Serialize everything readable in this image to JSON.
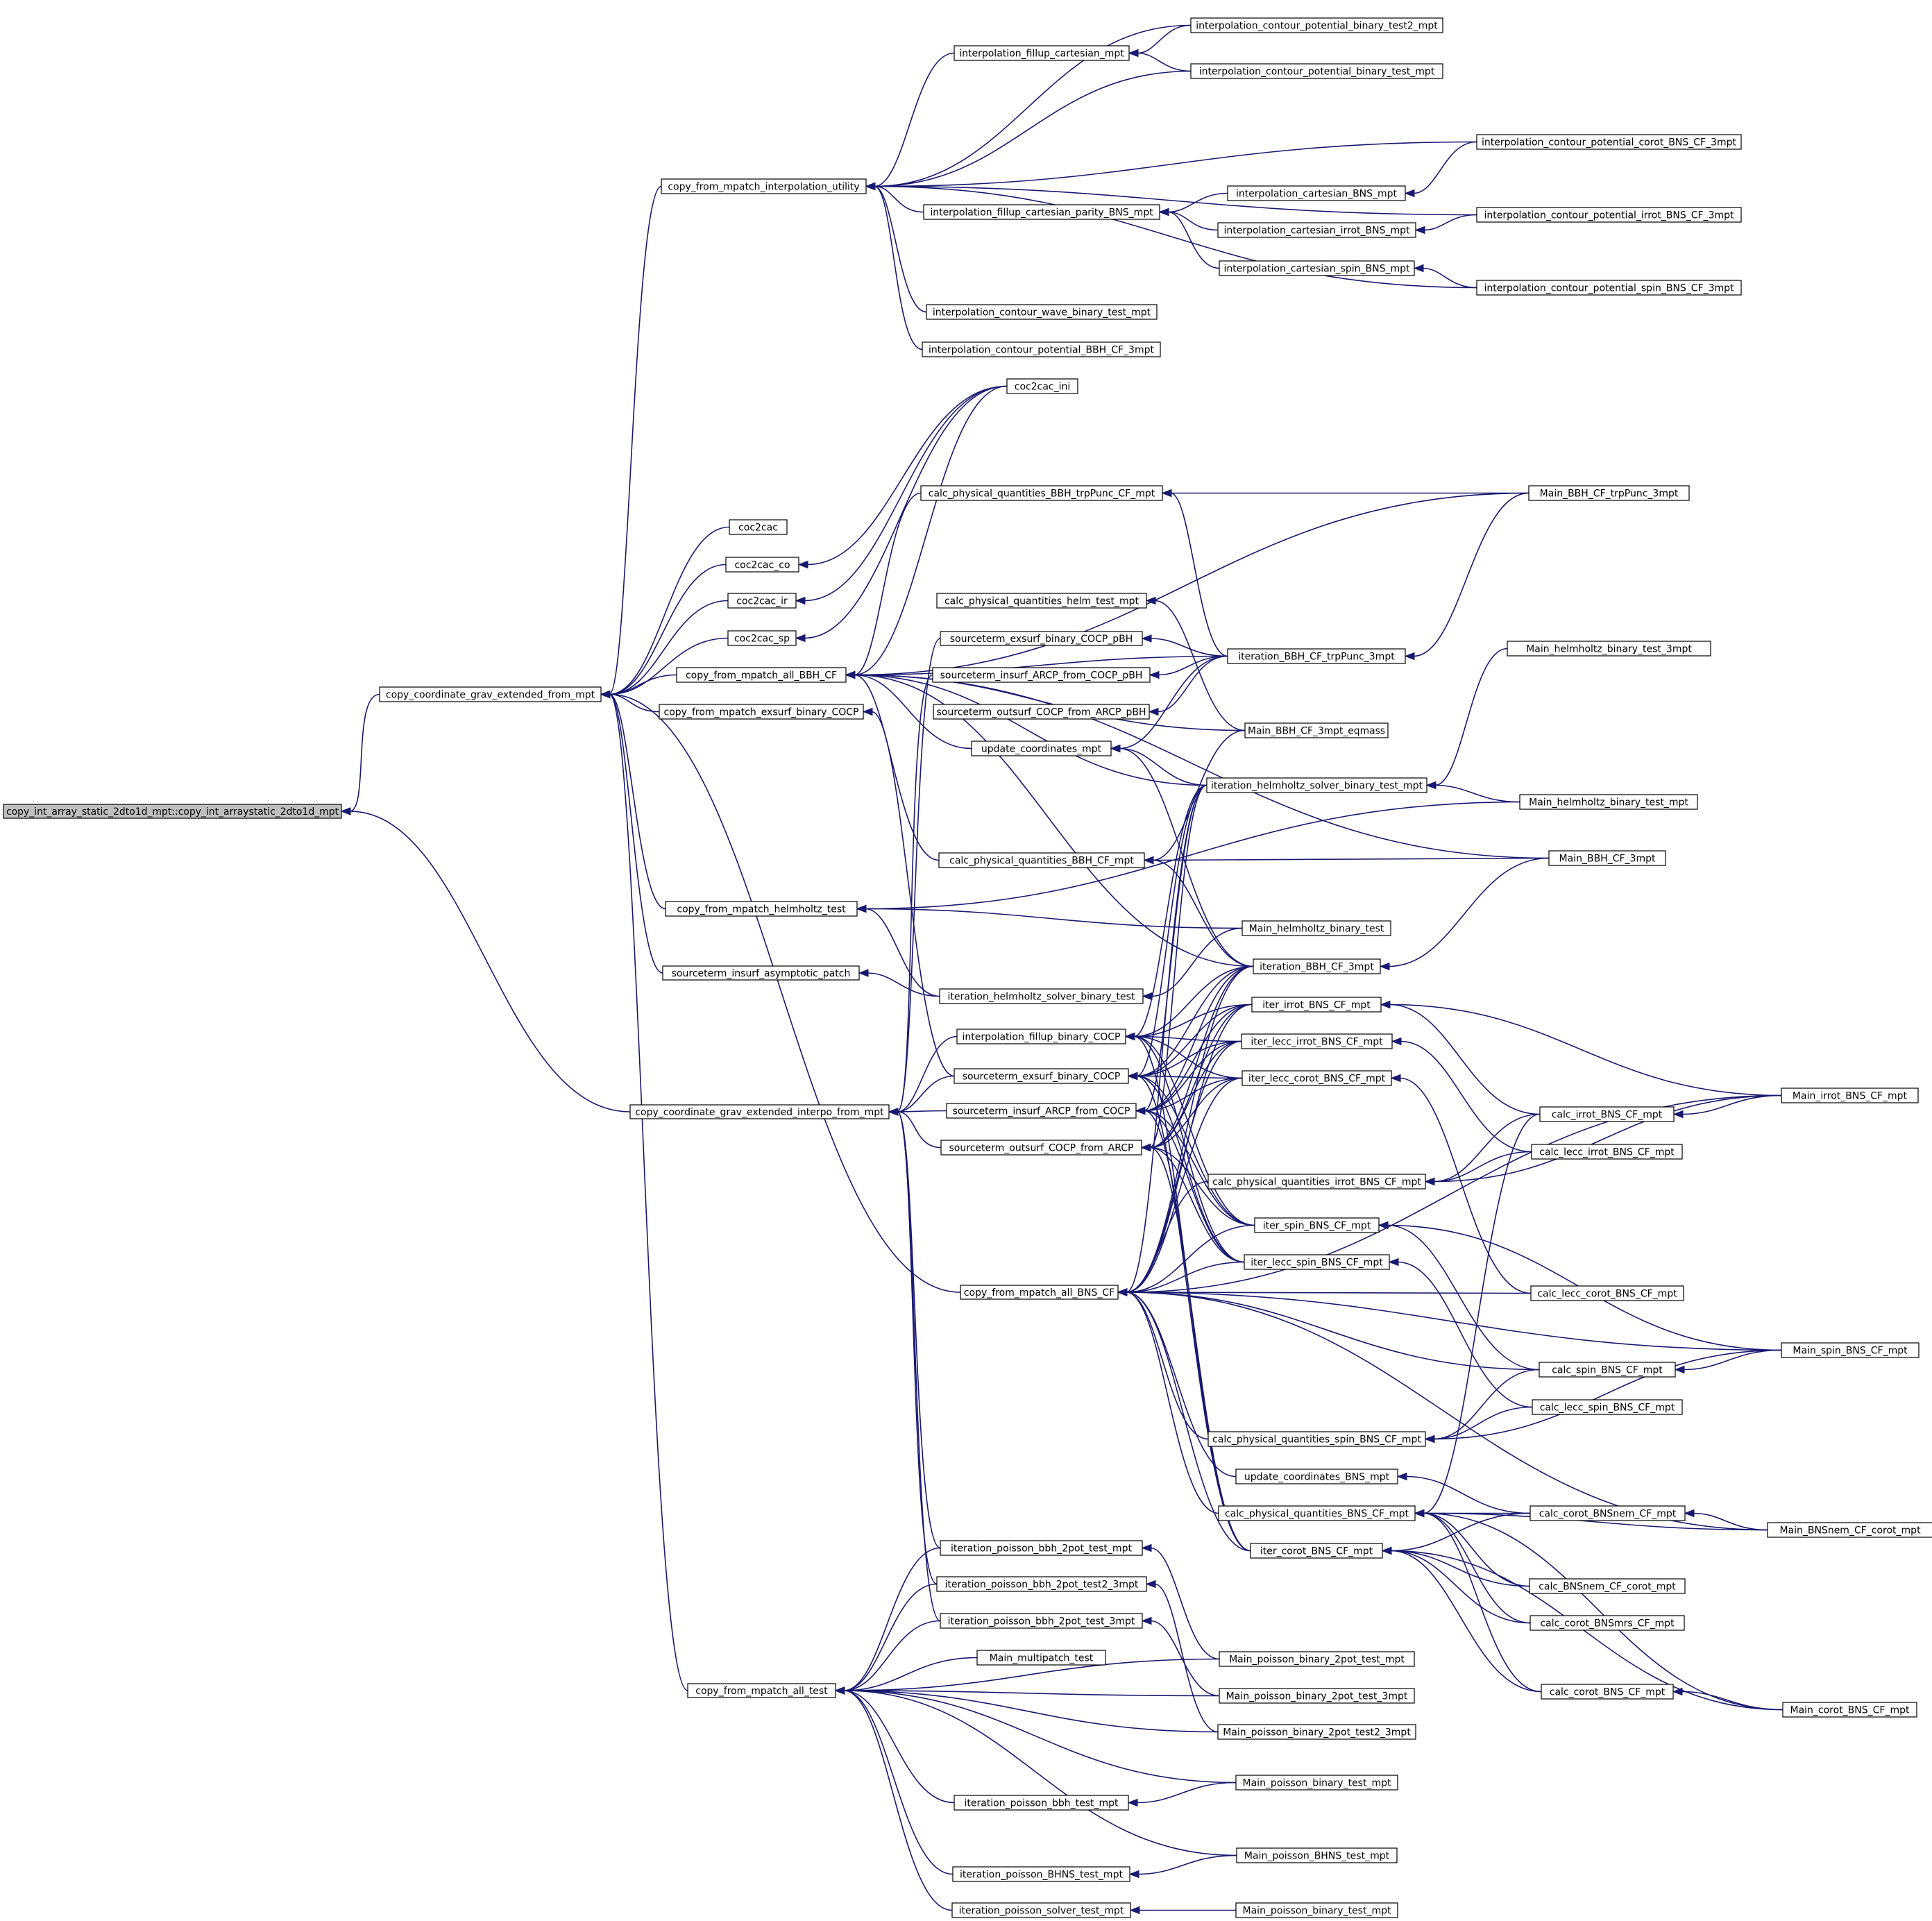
{
  "diagram": {
    "type": "call-graph",
    "root": "copy_int_array_static_2dto1d_mpt::copy_int_arraystatic_2dto1d_mpt",
    "nodes": [
      {
        "id": "n0",
        "label": "copy_int_array_static_2dto1d_mpt::copy_int_arraystatic_2dto1d_mpt"
      },
      {
        "id": "n1",
        "label": "copy_coordinate_grav_extended_from_mpt"
      },
      {
        "id": "n2",
        "label": "copy_coordinate_grav_extended_interpo_from_mpt"
      },
      {
        "id": "n3",
        "label": "copy_from_mpatch_interpolation_utility"
      },
      {
        "id": "n4",
        "label": "coc2cac"
      },
      {
        "id": "n5",
        "label": "coc2cac_co"
      },
      {
        "id": "n6",
        "label": "coc2cac_ir"
      },
      {
        "id": "n7",
        "label": "coc2cac_sp"
      },
      {
        "id": "n8",
        "label": "copy_from_mpatch_all_BBH_CF"
      },
      {
        "id": "n9",
        "label": "copy_from_mpatch_exsurf_binary_COCP"
      },
      {
        "id": "n10",
        "label": "copy_from_mpatch_helmholtz_test"
      },
      {
        "id": "n11",
        "label": "sourceterm_insurf_asymptotic_patch"
      },
      {
        "id": "n12",
        "label": "copy_from_mpatch_all_test"
      },
      {
        "id": "n13",
        "label": "copy_from_mpatch_all_BNS_CF"
      },
      {
        "id": "n14",
        "label": "interpolation_fillup_cartesian_mpt"
      },
      {
        "id": "n15",
        "label": "interpolation_fillup_cartesian_parity_BNS_mpt"
      },
      {
        "id": "n16",
        "label": "interpolation_contour_wave_binary_test_mpt"
      },
      {
        "id": "n17",
        "label": "interpolation_contour_potential_BBH_CF_3mpt"
      },
      {
        "id": "n18",
        "label": "interpolation_contour_potential_binary_test2_mpt"
      },
      {
        "id": "n19",
        "label": "interpolation_contour_potential_binary_test_mpt"
      },
      {
        "id": "n20",
        "label": "interpolation_contour_potential_corot_BNS_CF_3mpt"
      },
      {
        "id": "n21",
        "label": "interpolation_cartesian_BNS_mpt"
      },
      {
        "id": "n22",
        "label": "interpolation_cartesian_irrot_BNS_mpt"
      },
      {
        "id": "n23",
        "label": "interpolation_cartesian_spin_BNS_mpt"
      },
      {
        "id": "n24",
        "label": "interpolation_contour_potential_irrot_BNS_CF_3mpt"
      },
      {
        "id": "n25",
        "label": "interpolation_contour_potential_spin_BNS_CF_3mpt"
      },
      {
        "id": "n26",
        "label": "coc2cac_ini"
      },
      {
        "id": "n27",
        "label": "calc_physical_quantities_BBH_trpPunc_CF_mpt"
      },
      {
        "id": "n28",
        "label": "calc_physical_quantities_helm_test_mpt"
      },
      {
        "id": "n29",
        "label": "sourceterm_exsurf_binary_COCP_pBH"
      },
      {
        "id": "n30",
        "label": "sourceterm_insurf_ARCP_from_COCP_pBH"
      },
      {
        "id": "n31",
        "label": "sourceterm_outsurf_COCP_from_ARCP_pBH"
      },
      {
        "id": "n32",
        "label": "update_coordinates_mpt"
      },
      {
        "id": "n33",
        "label": "calc_physical_quantities_BBH_CF_mpt"
      },
      {
        "id": "n34",
        "label": "iteration_BBH_CF_trpPunc_3mpt"
      },
      {
        "id": "n35",
        "label": "Main_BBH_CF_3mpt_eqmass"
      },
      {
        "id": "n36",
        "label": "iteration_helmholtz_solver_binary_test_mpt"
      },
      {
        "id": "n37",
        "label": "Main_BBH_CF_trpPunc_3mpt"
      },
      {
        "id": "n38",
        "label": "Main_helmholtz_binary_test_3mpt"
      },
      {
        "id": "n39",
        "label": "Main_helmholtz_binary_test_mpt"
      },
      {
        "id": "n40",
        "label": "Main_BBH_CF_3mpt"
      },
      {
        "id": "n41",
        "label": "Main_helmholtz_binary_test"
      },
      {
        "id": "n42",
        "label": "iteration_BBH_CF_3mpt"
      },
      {
        "id": "n43",
        "label": "iteration_helmholtz_solver_binary_test"
      },
      {
        "id": "n44",
        "label": "interpolation_fillup_binary_COCP"
      },
      {
        "id": "n45",
        "label": "sourceterm_exsurf_binary_COCP"
      },
      {
        "id": "n46",
        "label": "sourceterm_insurf_ARCP_from_COCP"
      },
      {
        "id": "n47",
        "label": "sourceterm_outsurf_COCP_from_ARCP"
      },
      {
        "id": "n48",
        "label": "iter_irrot_BNS_CF_mpt"
      },
      {
        "id": "n49",
        "label": "iter_lecc_irrot_BNS_CF_mpt"
      },
      {
        "id": "n50",
        "label": "iter_lecc_corot_BNS_CF_mpt"
      },
      {
        "id": "n51",
        "label": "calc_physical_quantities_irrot_BNS_CF_mpt"
      },
      {
        "id": "n52",
        "label": "iter_spin_BNS_CF_mpt"
      },
      {
        "id": "n53",
        "label": "iter_lecc_spin_BNS_CF_mpt"
      },
      {
        "id": "n54",
        "label": "calc_irrot_BNS_CF_mpt"
      },
      {
        "id": "n55",
        "label": "calc_lecc_irrot_BNS_CF_mpt"
      },
      {
        "id": "n56",
        "label": "Main_irrot_BNS_CF_mpt"
      },
      {
        "id": "n57",
        "label": "calc_lecc_corot_BNS_CF_mpt"
      },
      {
        "id": "n58",
        "label": "Main_spin_BNS_CF_mpt"
      },
      {
        "id": "n59",
        "label": "calc_spin_BNS_CF_mpt"
      },
      {
        "id": "n60",
        "label": "calc_lecc_spin_BNS_CF_mpt"
      },
      {
        "id": "n61",
        "label": "calc_physical_quantities_spin_BNS_CF_mpt"
      },
      {
        "id": "n62",
        "label": "update_coordinates_BNS_mpt"
      },
      {
        "id": "n63",
        "label": "calc_physical_quantities_BNS_CF_mpt"
      },
      {
        "id": "n64",
        "label": "iter_corot_BNS_CF_mpt"
      },
      {
        "id": "n65",
        "label": "calc_corot_BNSnem_CF_mpt"
      },
      {
        "id": "n66",
        "label": "Main_BNSnem_CF_corot_mpt"
      },
      {
        "id": "n67",
        "label": "calc_BNSnem_CF_corot_mpt"
      },
      {
        "id": "n68",
        "label": "calc_corot_BNSmrs_CF_mpt"
      },
      {
        "id": "n69",
        "label": "calc_corot_BNS_CF_mpt"
      },
      {
        "id": "n70",
        "label": "Main_corot_BNS_CF_mpt"
      },
      {
        "id": "n71",
        "label": "iteration_poisson_bbh_2pot_test_mpt"
      },
      {
        "id": "n72",
        "label": "iteration_poisson_bbh_2pot_test2_3mpt"
      },
      {
        "id": "n73",
        "label": "iteration_poisson_bbh_2pot_test_3mpt"
      },
      {
        "id": "n74",
        "label": "Main_multipatch_test"
      },
      {
        "id": "n75",
        "label": "Main_poisson_binary_2pot_test_mpt"
      },
      {
        "id": "n76",
        "label": "Main_poisson_binary_2pot_test_3mpt"
      },
      {
        "id": "n77",
        "label": "Main_poisson_binary_2pot_test2_3mpt"
      },
      {
        "id": "n78",
        "label": "iteration_poisson_bbh_test_mpt"
      },
      {
        "id": "n79",
        "label": "Main_poisson_binary_test_mpt"
      },
      {
        "id": "n80",
        "label": "iteration_poisson_BHNS_test_mpt"
      },
      {
        "id": "n81",
        "label": "Main_poisson_BHNS_test_mpt"
      },
      {
        "id": "n82",
        "label": "iteration_poisson_solver_test_mpt"
      },
      {
        "id": "n83",
        "label": "Main_poisson_binary_test_mpt"
      }
    ],
    "edges": [
      [
        "n0",
        "n1"
      ],
      [
        "n0",
        "n2"
      ],
      [
        "n1",
        "n3"
      ],
      [
        "n1",
        "n4"
      ],
      [
        "n1",
        "n5"
      ],
      [
        "n1",
        "n6"
      ],
      [
        "n1",
        "n7"
      ],
      [
        "n1",
        "n8"
      ],
      [
        "n1",
        "n9"
      ],
      [
        "n1",
        "n10"
      ],
      [
        "n1",
        "n11"
      ],
      [
        "n1",
        "n12"
      ],
      [
        "n1",
        "n13"
      ],
      [
        "n2",
        "n44"
      ],
      [
        "n2",
        "n45"
      ],
      [
        "n2",
        "n46"
      ],
      [
        "n2",
        "n47"
      ],
      [
        "n2",
        "n29"
      ],
      [
        "n2",
        "n30"
      ],
      [
        "n2",
        "n71"
      ],
      [
        "n2",
        "n72"
      ],
      [
        "n2",
        "n73"
      ],
      [
        "n3",
        "n14"
      ],
      [
        "n3",
        "n15"
      ],
      [
        "n3",
        "n16"
      ],
      [
        "n3",
        "n17"
      ],
      [
        "n3",
        "n18"
      ],
      [
        "n3",
        "n19"
      ],
      [
        "n3",
        "n20"
      ],
      [
        "n3",
        "n24"
      ],
      [
        "n3",
        "n25"
      ],
      [
        "n14",
        "n18"
      ],
      [
        "n14",
        "n19"
      ],
      [
        "n15",
        "n21"
      ],
      [
        "n15",
        "n22"
      ],
      [
        "n15",
        "n23"
      ],
      [
        "n21",
        "n20"
      ],
      [
        "n22",
        "n24"
      ],
      [
        "n23",
        "n25"
      ],
      [
        "n5",
        "n26"
      ],
      [
        "n6",
        "n26"
      ],
      [
        "n7",
        "n26"
      ],
      [
        "n8",
        "n26"
      ],
      [
        "n8",
        "n27"
      ],
      [
        "n8",
        "n32"
      ],
      [
        "n8",
        "n33"
      ],
      [
        "n8",
        "n34"
      ],
      [
        "n8",
        "n36"
      ],
      [
        "n8",
        "n37"
      ],
      [
        "n8",
        "n40"
      ],
      [
        "n8",
        "n42"
      ],
      [
        "n8",
        "n35"
      ],
      [
        "n9",
        "n45"
      ],
      [
        "n27",
        "n37"
      ],
      [
        "n27",
        "n34"
      ],
      [
        "n28",
        "n35"
      ],
      [
        "n29",
        "n34"
      ],
      [
        "n30",
        "n34"
      ],
      [
        "n31",
        "n34"
      ],
      [
        "n32",
        "n34"
      ],
      [
        "n32",
        "n36"
      ],
      [
        "n32",
        "n42"
      ],
      [
        "n33",
        "n40"
      ],
      [
        "n33",
        "n42"
      ],
      [
        "n33",
        "n35"
      ],
      [
        "n34",
        "n37"
      ],
      [
        "n36",
        "n38"
      ],
      [
        "n36",
        "n39"
      ],
      [
        "n42",
        "n40"
      ],
      [
        "n10",
        "n39"
      ],
      [
        "n10",
        "n41"
      ],
      [
        "n10",
        "n43"
      ],
      [
        "n11",
        "n43"
      ],
      [
        "n43",
        "n41"
      ],
      [
        "n44",
        "n42"
      ],
      [
        "n44",
        "n48"
      ],
      [
        "n44",
        "n49"
      ],
      [
        "n44",
        "n50"
      ],
      [
        "n44",
        "n52"
      ],
      [
        "n44",
        "n53"
      ],
      [
        "n44",
        "n64"
      ],
      [
        "n44",
        "n36"
      ],
      [
        "n45",
        "n42"
      ],
      [
        "n45",
        "n48"
      ],
      [
        "n45",
        "n49"
      ],
      [
        "n45",
        "n50"
      ],
      [
        "n45",
        "n52"
      ],
      [
        "n45",
        "n53"
      ],
      [
        "n45",
        "n64"
      ],
      [
        "n45",
        "n36"
      ],
      [
        "n46",
        "n42"
      ],
      [
        "n46",
        "n48"
      ],
      [
        "n46",
        "n49"
      ],
      [
        "n46",
        "n50"
      ],
      [
        "n46",
        "n52"
      ],
      [
        "n46",
        "n53"
      ],
      [
        "n46",
        "n64"
      ],
      [
        "n46",
        "n36"
      ],
      [
        "n47",
        "n42"
      ],
      [
        "n47",
        "n48"
      ],
      [
        "n47",
        "n49"
      ],
      [
        "n47",
        "n50"
      ],
      [
        "n47",
        "n52"
      ],
      [
        "n47",
        "n53"
      ],
      [
        "n47",
        "n64"
      ],
      [
        "n47",
        "n36"
      ],
      [
        "n13",
        "n48"
      ],
      [
        "n13",
        "n49"
      ],
      [
        "n13",
        "n50"
      ],
      [
        "n13",
        "n51"
      ],
      [
        "n13",
        "n52"
      ],
      [
        "n13",
        "n53"
      ],
      [
        "n13",
        "n56"
      ],
      [
        "n13",
        "n57"
      ],
      [
        "n13",
        "n58"
      ],
      [
        "n13",
        "n59"
      ],
      [
        "n13",
        "n61"
      ],
      [
        "n13",
        "n62"
      ],
      [
        "n13",
        "n63"
      ],
      [
        "n13",
        "n64"
      ],
      [
        "n13",
        "n66"
      ],
      [
        "n13",
        "n42"
      ],
      [
        "n13",
        "n36"
      ],
      [
        "n48",
        "n54"
      ],
      [
        "n48",
        "n56"
      ],
      [
        "n49",
        "n55"
      ],
      [
        "n50",
        "n57"
      ],
      [
        "n51",
        "n54"
      ],
      [
        "n51",
        "n55"
      ],
      [
        "n51",
        "n56"
      ],
      [
        "n52",
        "n59"
      ],
      [
        "n52",
        "n58"
      ],
      [
        "n53",
        "n60"
      ],
      [
        "n54",
        "n56"
      ],
      [
        "n59",
        "n58"
      ],
      [
        "n61",
        "n59"
      ],
      [
        "n61",
        "n60"
      ],
      [
        "n61",
        "n58"
      ],
      [
        "n62",
        "n65"
      ],
      [
        "n63",
        "n65"
      ],
      [
        "n63",
        "n66"
      ],
      [
        "n63",
        "n67"
      ],
      [
        "n63",
        "n68"
      ],
      [
        "n63",
        "n69"
      ],
      [
        "n63",
        "n70"
      ],
      [
        "n63",
        "n54"
      ],
      [
        "n64",
        "n65"
      ],
      [
        "n64",
        "n67"
      ],
      [
        "n64",
        "n68"
      ],
      [
        "n64",
        "n69"
      ],
      [
        "n64",
        "n70"
      ],
      [
        "n65",
        "n66"
      ],
      [
        "n69",
        "n70"
      ],
      [
        "n12",
        "n71"
      ],
      [
        "n12",
        "n72"
      ],
      [
        "n12",
        "n73"
      ],
      [
        "n12",
        "n74"
      ],
      [
        "n12",
        "n75"
      ],
      [
        "n12",
        "n76"
      ],
      [
        "n12",
        "n77"
      ],
      [
        "n12",
        "n78"
      ],
      [
        "n12",
        "n79"
      ],
      [
        "n12",
        "n80"
      ],
      [
        "n12",
        "n81"
      ],
      [
        "n12",
        "n82"
      ],
      [
        "n71",
        "n75"
      ],
      [
        "n72",
        "n77"
      ],
      [
        "n73",
        "n76"
      ],
      [
        "n78",
        "n79"
      ],
      [
        "n80",
        "n81"
      ],
      [
        "n82",
        "n83"
      ]
    ]
  }
}
